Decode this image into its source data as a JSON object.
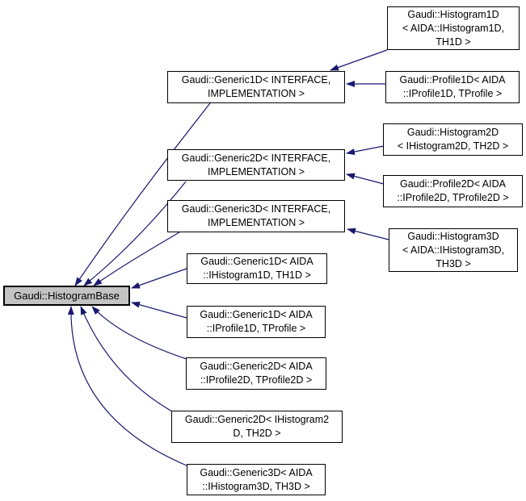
{
  "diagram_type": "class-inheritance-graph",
  "colors": {
    "edge": "#191970",
    "node_border": "#000000",
    "node_fill": "#ffffff",
    "root_fill": "#c3c3c3",
    "text": "#000000",
    "background": "#ffffff"
  },
  "nodes": {
    "root": {
      "label": "Gaudi::HistogramBase"
    },
    "generic1d": {
      "label": "Gaudi::Generic1D< INTERFACE,\nIMPLEMENTATION >"
    },
    "generic2d": {
      "label": "Gaudi::Generic2D< INTERFACE,\nIMPLEMENTATION >"
    },
    "generic3d": {
      "label": "Gaudi::Generic3D< INTERFACE,\nIMPLEMENTATION >"
    },
    "generic1d_hist1d": {
      "label": "Gaudi::Generic1D< AIDA\n::IHistogram1D, TH1D >"
    },
    "generic1d_prof1d": {
      "label": "Gaudi::Generic1D< AIDA\n::IProfile1D, TProfile >"
    },
    "generic2d_prof2d": {
      "label": "Gaudi::Generic2D< AIDA\n::IProfile2D, TProfile2D >"
    },
    "generic2d_hist2d": {
      "label": "Gaudi::Generic2D< IHistogram2\nD, TH2D >"
    },
    "generic3d_hist3d": {
      "label": "Gaudi::Generic3D< AIDA\n::IHistogram3D, TH3D >"
    },
    "histogram1d": {
      "label": "Gaudi::Histogram1D\n< AIDA::IHistogram1D,\nTH1D >"
    },
    "profile1d": {
      "label": "Gaudi::Profile1D< AIDA\n::IProfile1D, TProfile >"
    },
    "histogram2d": {
      "label": "Gaudi::Histogram2D\n< IHistogram2D, TH2D >"
    },
    "profile2d": {
      "label": "Gaudi::Profile2D< AIDA\n::IProfile2D, TProfile2D >"
    },
    "histogram3d": {
      "label": "Gaudi::Histogram3D\n< AIDA::IHistogram3D,\nTH3D >"
    }
  },
  "edges": [
    {
      "from": "generic1d",
      "to": "root"
    },
    {
      "from": "generic2d",
      "to": "root"
    },
    {
      "from": "generic3d",
      "to": "root"
    },
    {
      "from": "generic1d_hist1d",
      "to": "root"
    },
    {
      "from": "generic1d_prof1d",
      "to": "root"
    },
    {
      "from": "generic2d_prof2d",
      "to": "root"
    },
    {
      "from": "generic2d_hist2d",
      "to": "root"
    },
    {
      "from": "generic3d_hist3d",
      "to": "root"
    },
    {
      "from": "histogram1d",
      "to": "generic1d"
    },
    {
      "from": "profile1d",
      "to": "generic1d"
    },
    {
      "from": "histogram2d",
      "to": "generic2d"
    },
    {
      "from": "profile2d",
      "to": "generic2d"
    },
    {
      "from": "histogram3d",
      "to": "generic3d"
    }
  ]
}
